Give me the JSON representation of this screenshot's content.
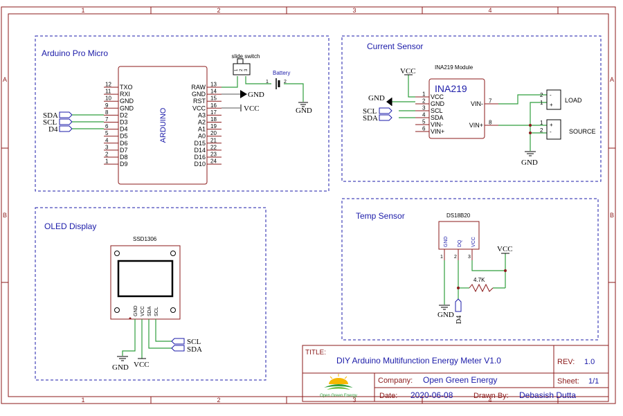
{
  "frame": {
    "col_numbers": [
      "1",
      "2",
      "3",
      "4"
    ],
    "row_letters": [
      "A",
      "B"
    ]
  },
  "sections": {
    "arduino": "Arduino Pro Micro",
    "current": "Current Sensor",
    "oled": "OLED Display",
    "temp": "Temp Sensor"
  },
  "arduino": {
    "name": "ARDUINO",
    "left_pins": [
      {
        "num": "12",
        "label": "TXO"
      },
      {
        "num": "11",
        "label": "RXI"
      },
      {
        "num": "10",
        "label": "GND"
      },
      {
        "num": "9",
        "label": "GND"
      },
      {
        "num": "8",
        "label": "D2"
      },
      {
        "num": "7",
        "label": "D3"
      },
      {
        "num": "6",
        "label": "D4"
      },
      {
        "num": "5",
        "label": "D5"
      },
      {
        "num": "4",
        "label": "D6"
      },
      {
        "num": "3",
        "label": "D7"
      },
      {
        "num": "2",
        "label": "D8"
      },
      {
        "num": "1",
        "label": "D9"
      }
    ],
    "right_pins": [
      {
        "num": "13",
        "label": "RAW"
      },
      {
        "num": "14",
        "label": "GND"
      },
      {
        "num": "15",
        "label": "RST"
      },
      {
        "num": "16",
        "label": "VCC"
      },
      {
        "num": "17",
        "label": "A3"
      },
      {
        "num": "18",
        "label": "A2"
      },
      {
        "num": "19",
        "label": "A1"
      },
      {
        "num": "20",
        "label": "A0"
      },
      {
        "num": "21",
        "label": "D15"
      },
      {
        "num": "22",
        "label": "D14"
      },
      {
        "num": "23",
        "label": "D16"
      },
      {
        "num": "24",
        "label": "D10"
      }
    ],
    "net_labels": [
      "SDA",
      "SCL",
      "D4"
    ]
  },
  "power_path": {
    "switch": "slide switch",
    "switch_pins": [
      "1",
      "2",
      "3"
    ],
    "battery": "Battery",
    "battery_pins": [
      "1",
      "2"
    ],
    "gnd": "GND",
    "vcc": "VCC"
  },
  "ina219": {
    "module_label": "INA219 Module",
    "chip_label": "INA219",
    "pins": [
      {
        "num": "1",
        "label": "VCC"
      },
      {
        "num": "2",
        "label": "GND"
      },
      {
        "num": "3",
        "label": "SCL"
      },
      {
        "num": "4",
        "label": "SDA"
      },
      {
        "num": "5",
        "label": "VIN-"
      },
      {
        "num": "6",
        "label": "VIN+"
      }
    ],
    "right_pins": [
      {
        "num": "7",
        "label": "VIN-"
      },
      {
        "num": "8",
        "label": "VIN+"
      }
    ],
    "vcc": "VCC",
    "gnd": "GND",
    "net_labels": [
      "SCL",
      "SDA"
    ],
    "load": {
      "label": "LOAD",
      "pins": [
        "2",
        "1"
      ],
      "signs": [
        "-",
        "+"
      ]
    },
    "source": {
      "label": "SOURCE",
      "pins": [
        "1",
        "2"
      ],
      "signs": [
        "+",
        "-"
      ]
    }
  },
  "oled": {
    "label": "SSD1306",
    "pins": [
      "GND",
      "VCC",
      "SDA",
      "SCL"
    ],
    "net_labels": [
      "SCL",
      "SDA"
    ],
    "gnd": "GND",
    "vcc": "VCC"
  },
  "temp": {
    "label": "DS18B20",
    "pins": [
      "GND",
      "DQ",
      "VCC"
    ],
    "pin_nums": [
      "1",
      "2",
      "3"
    ],
    "resistor": "4.7K",
    "vcc": "VCC",
    "gnd": "GND",
    "net_label": "D4"
  },
  "title_block": {
    "title_key": "TITLE:",
    "title": "DIY Arduino Multifunction Energy Meter V1.0",
    "rev_key": "REV:",
    "rev": "1.0",
    "company_key": "Company:",
    "company": "Open Green Energy",
    "sheet_key": "Sheet:",
    "sheet": "1/1",
    "date_key": "Date:",
    "date": "2020-06-08",
    "drawn_key": "Drawn By:",
    "drawn": "Debasish Dutta",
    "logo_text": "Open Green Energy"
  },
  "colors": {
    "frame": "#8b1a1a",
    "wire": "#2e9e3c",
    "text_blue": "#1a1aa8",
    "dash": "#1a1aa8",
    "component": "#8b1a1a",
    "black": "#000000"
  }
}
